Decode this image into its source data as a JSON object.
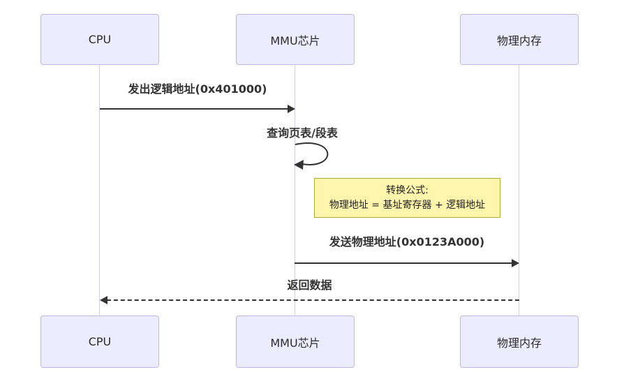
{
  "diagram": {
    "type": "sequence-diagram",
    "actors": [
      {
        "id": "cpu",
        "label": "CPU"
      },
      {
        "id": "mmu",
        "label": "MMU芯片"
      },
      {
        "id": "memory",
        "label": "物理内存"
      }
    ],
    "messages": [
      {
        "from": "cpu",
        "to": "mmu",
        "style": "solid",
        "label": "发出逻辑地址(0x401000)"
      },
      {
        "from": "mmu",
        "to": "mmu",
        "style": "self",
        "label": "查询页表/段表"
      },
      {
        "from": "mmu",
        "to": "memory",
        "style": "solid",
        "label": "发送物理地址(0x0123A000)"
      },
      {
        "from": "memory",
        "to": "cpu",
        "style": "dashed",
        "label": "返回数据"
      }
    ],
    "note": {
      "over": "mmu-memory",
      "lines": [
        "转换公式:",
        "物理地址 = 基址寄存器 + 逻辑地址"
      ]
    },
    "colors": {
      "background": "#ffffff",
      "actor_fill": "#ECECFF",
      "actor_border": "#bfb9e6",
      "lifeline": "#d5cfe8",
      "arrow": "#333333",
      "text": "#2b2b2b",
      "note_fill": "#fff5ad",
      "note_border": "#aaaa33"
    }
  }
}
